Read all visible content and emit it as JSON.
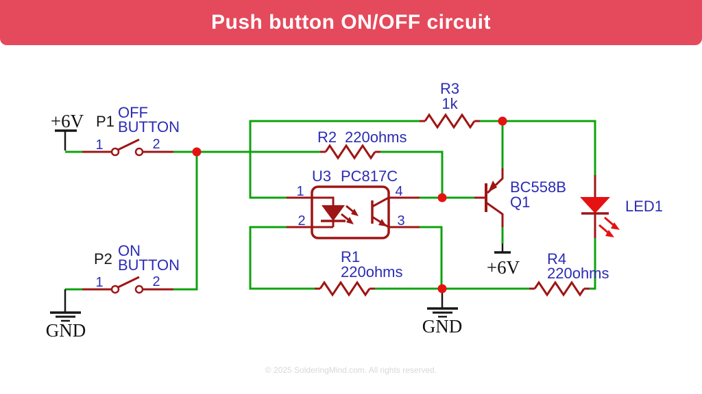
{
  "header": {
    "title": "Push button ON/OFF circuit"
  },
  "footer": {
    "copyright": "© 2025 SolderingMind.com. All rights reserved."
  },
  "colors": {
    "banner_red": "#e5495c",
    "wire_green": "#0da30d",
    "component_red": "#9e1515",
    "bright_red": "#e51212",
    "label_blue": "#2b2bb5",
    "label_black": "#161616",
    "footer_gray": "#d8d8d8"
  },
  "labels": {
    "power_top_left": "+6V",
    "power_q1": "+6V",
    "gnd_left": "GND",
    "gnd_middle": "GND"
  },
  "components": {
    "p1": {
      "ref": "P1",
      "name_line1": "OFF",
      "name_line2": "BUTTON",
      "pin1": "1",
      "pin2": "2"
    },
    "p2": {
      "ref": "P2",
      "name_line1": "ON",
      "name_line2": "BUTTON",
      "pin1": "1",
      "pin2": "2"
    },
    "r1": {
      "ref": "R1",
      "value": "220ohms"
    },
    "r2": {
      "ref": "R2",
      "value": "220ohms"
    },
    "r3": {
      "ref": "R3",
      "value": "1k"
    },
    "r4": {
      "ref": "R4",
      "value": "220ohms"
    },
    "u3": {
      "ref": "U3",
      "value": "PC817C",
      "pin1": "1",
      "pin2": "2",
      "pin3": "3",
      "pin4": "4"
    },
    "q1": {
      "ref": "Q1",
      "value": "BC558B"
    },
    "led1": {
      "ref": "LED1"
    }
  }
}
